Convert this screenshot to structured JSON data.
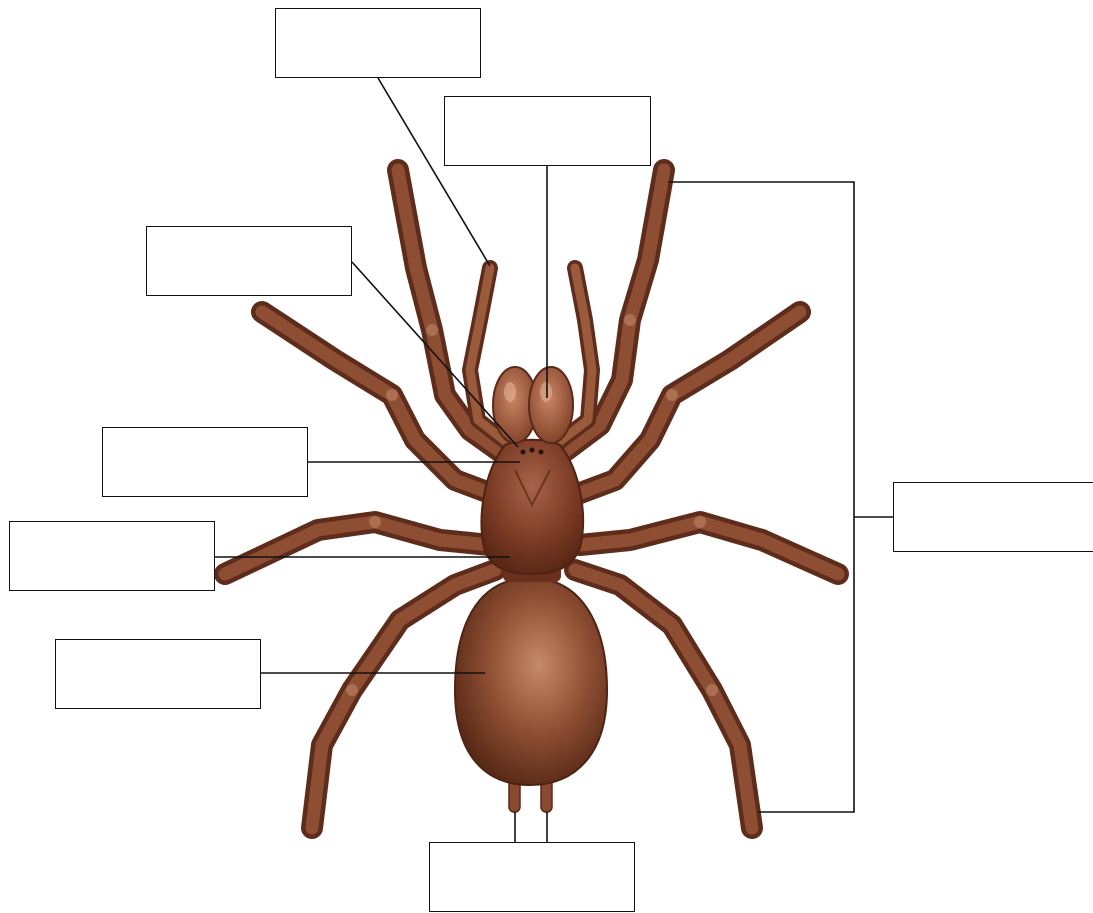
{
  "diagram": {
    "subject": "spider",
    "colors": {
      "body_dark": "#5a2a18",
      "body_mid": "#8a4a30",
      "body_light": "#b8775a",
      "leader_line": "#111111",
      "background": "#ffffff"
    },
    "labels": [
      {
        "id": "top-left",
        "text": ""
      },
      {
        "id": "top-center",
        "text": ""
      },
      {
        "id": "upper-left",
        "text": ""
      },
      {
        "id": "mid-left",
        "text": ""
      },
      {
        "id": "left",
        "text": ""
      },
      {
        "id": "lower-left",
        "text": ""
      },
      {
        "id": "right",
        "text": ""
      },
      {
        "id": "bottom",
        "text": ""
      }
    ]
  }
}
